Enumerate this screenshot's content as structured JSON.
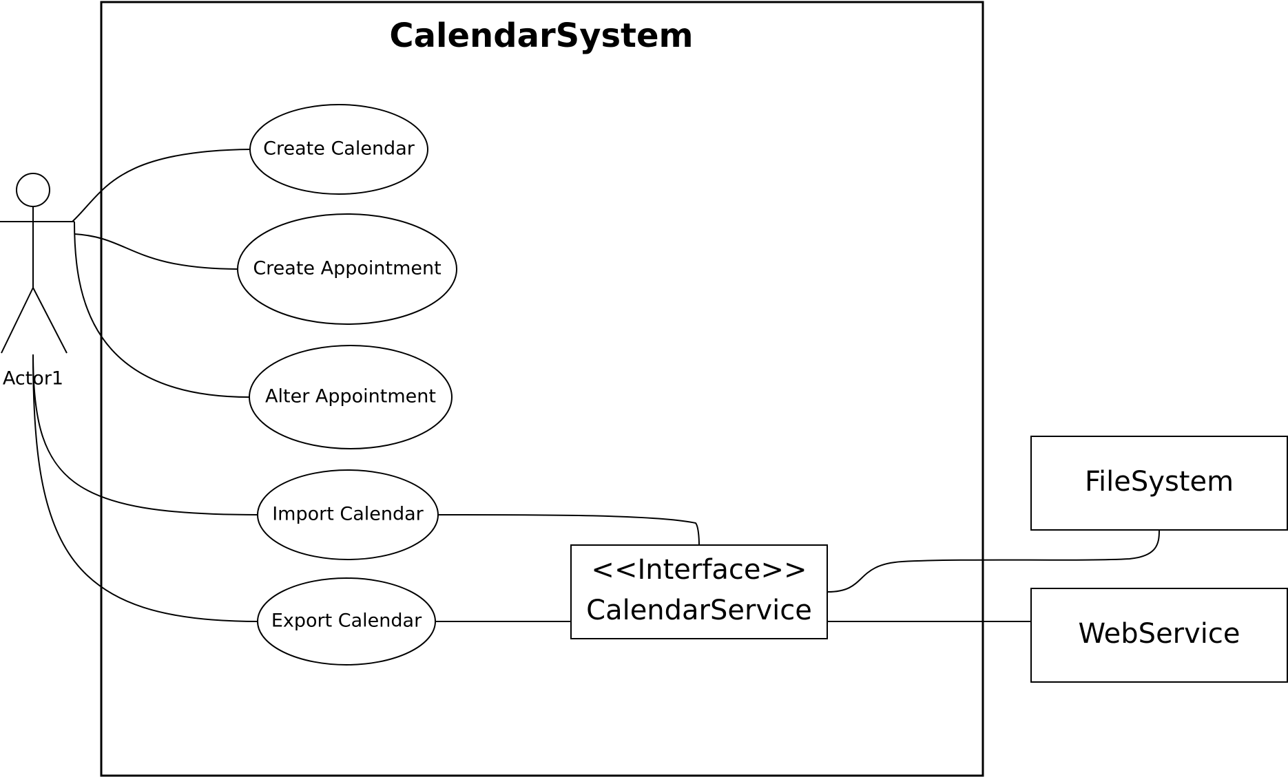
{
  "system": {
    "title": "CalendarSystem"
  },
  "actor": {
    "label": "Actor1"
  },
  "use_cases": [
    {
      "id": "create-calendar",
      "label": "Create Calendar"
    },
    {
      "id": "create-appointment",
      "label": "Create Appointment"
    },
    {
      "id": "alter-appointment",
      "label": "Alter Appointment"
    },
    {
      "id": "import-calendar",
      "label": "Import Calendar"
    },
    {
      "id": "export-calendar",
      "label": "Export Calendar"
    }
  ],
  "interface": {
    "stereotype": "<<Interface>>",
    "name": "CalendarService"
  },
  "external_systems": [
    {
      "id": "filesystem",
      "label": "FileSystem"
    },
    {
      "id": "webservice",
      "label": "WebService"
    }
  ],
  "associations": [
    {
      "from": "Actor1",
      "to": "Create Calendar"
    },
    {
      "from": "Actor1",
      "to": "Create Appointment"
    },
    {
      "from": "Actor1",
      "to": "Alter Appointment"
    },
    {
      "from": "Actor1",
      "to": "Import Calendar"
    },
    {
      "from": "Actor1",
      "to": "Export Calendar"
    },
    {
      "from": "Import Calendar",
      "to": "CalendarService"
    },
    {
      "from": "Export Calendar",
      "to": "CalendarService"
    },
    {
      "from": "CalendarService",
      "to": "FileSystem"
    },
    {
      "from": "CalendarService",
      "to": "WebService"
    }
  ]
}
